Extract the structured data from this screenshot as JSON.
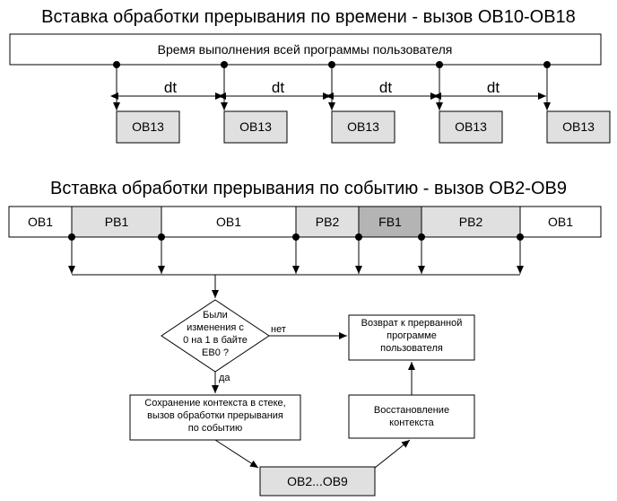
{
  "top": {
    "title": "Вставка обработки прерывания по времени - вызов OB10-OB18",
    "bar_label": "Время выполнения всей программы пользователя",
    "ob_boxes": [
      "OB13",
      "OB13",
      "OB13",
      "OB13",
      "OB13"
    ],
    "dt_labels": [
      "dt",
      "dt",
      "dt",
      "dt"
    ]
  },
  "bottom": {
    "title": "Вставка обработки прерывания по событию - вызов OB2-OB9",
    "segments": [
      {
        "label": "OB1",
        "fill": "#ffffff"
      },
      {
        "label": "PB1",
        "fill": "#e0e0e0"
      },
      {
        "label": "OB1",
        "fill": "#ffffff"
      },
      {
        "label": "PB2",
        "fill": "#e0e0e0"
      },
      {
        "label": "FB1",
        "fill": "#b4b4b4"
      },
      {
        "label": "PB2",
        "fill": "#e0e0e0"
      },
      {
        "label": "OB1",
        "fill": "#ffffff"
      }
    ],
    "decision_lines": [
      "Были",
      "изменения с",
      "0 на 1 в байте",
      "EB0 ?"
    ],
    "no_label": "нет",
    "yes_label": "да",
    "return_lines": [
      "Возврат к прерванной",
      "программе",
      "пользователя"
    ],
    "save_lines": [
      "Сохранение контекста в стеке,",
      "вызов обработки прерывания",
      "по событию"
    ],
    "restore_lines": [
      "Восстановление",
      "контекста"
    ],
    "ob_range": "OB2...OB9"
  },
  "colors": {
    "box_fill": "#e0e0e0",
    "dark_fill": "#b4b4b4",
    "line": "#000000"
  }
}
